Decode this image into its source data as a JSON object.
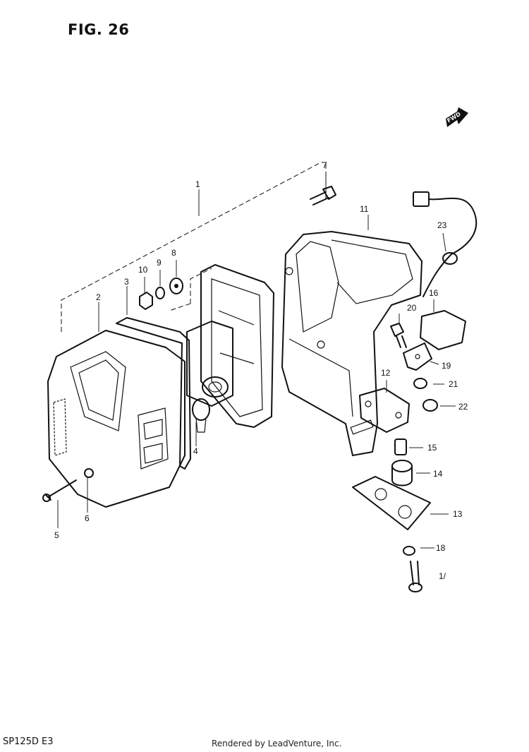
{
  "figure": {
    "title": "FIG. 26",
    "model": "SP125D  E3",
    "credit": "Rendered by LeadVenture, Inc."
  },
  "callouts": {
    "c1": "1",
    "c2": "2",
    "c3": "3",
    "c4": "4",
    "c5": "5",
    "c6": "6",
    "c7": "7",
    "c8": "8",
    "c9": "9",
    "c10": "10",
    "c11": "11",
    "c12": "12",
    "c13": "13",
    "c14": "14",
    "c15": "15",
    "c16": "16",
    "c17": "1/",
    "c18": "18",
    "c19": "19",
    "c20": "20",
    "c21": "21",
    "c22": "22",
    "c23": "23"
  },
  "fwd_badge": "FWD"
}
